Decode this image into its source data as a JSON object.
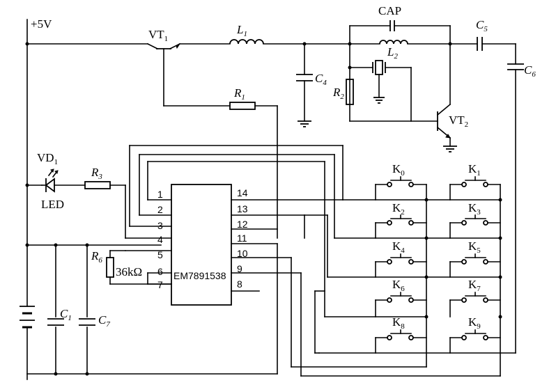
{
  "supply": "+5V",
  "transistors": {
    "vt1": {
      "name": "VT",
      "sub": "1"
    },
    "vt2": {
      "name": "VT",
      "sub": "2"
    }
  },
  "inductors": {
    "l1": {
      "name": "L",
      "sub": "1"
    },
    "l2": {
      "name": "L",
      "sub": "2"
    }
  },
  "capacitors": {
    "cap": "CAP",
    "c1": {
      "name": "C",
      "sub": "1"
    },
    "c4": {
      "name": "C",
      "sub": "4"
    },
    "c5": {
      "name": "C",
      "sub": "5"
    },
    "c6": {
      "name": "C",
      "sub": "6"
    },
    "c7": {
      "name": "C",
      "sub": "7"
    }
  },
  "resistors": {
    "r1": {
      "name": "R",
      "sub": "1"
    },
    "r2": {
      "name": "R",
      "sub": "2"
    },
    "r3": {
      "name": "R",
      "sub": "3"
    },
    "r6": {
      "name": "R",
      "sub": "6",
      "value": "36kΩ"
    }
  },
  "led": {
    "name": "VD",
    "sub": "1",
    "type": "LED"
  },
  "ic": {
    "name": "EM7891538",
    "left_pins": [
      "1",
      "2",
      "3",
      "4",
      "5",
      "6",
      "7"
    ],
    "right_pins": [
      "14",
      "13",
      "12",
      "11",
      "10",
      "9",
      "8"
    ]
  },
  "keys": [
    {
      "name": "K",
      "sub": "0"
    },
    {
      "name": "K",
      "sub": "1"
    },
    {
      "name": "K",
      "sub": "2"
    },
    {
      "name": "K",
      "sub": "3"
    },
    {
      "name": "K",
      "sub": "4"
    },
    {
      "name": "K",
      "sub": "5"
    },
    {
      "name": "K",
      "sub": "6"
    },
    {
      "name": "K",
      "sub": "7"
    },
    {
      "name": "K",
      "sub": "8"
    },
    {
      "name": "K",
      "sub": "9"
    }
  ]
}
